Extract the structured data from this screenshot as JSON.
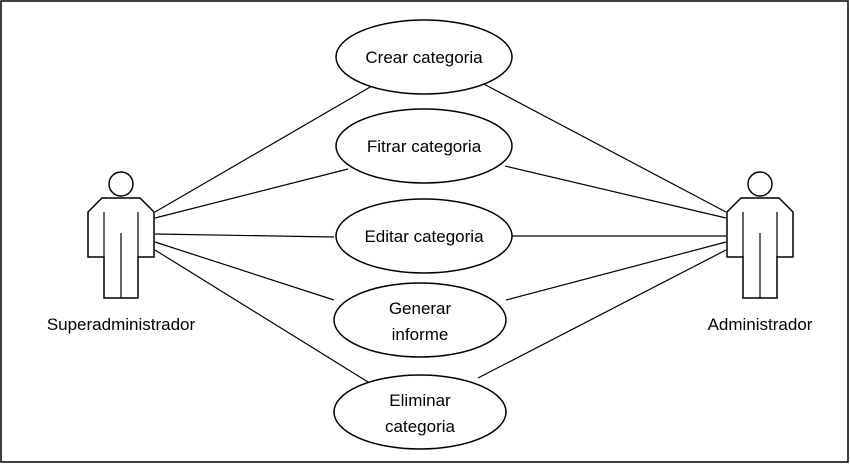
{
  "actors": {
    "left": {
      "label": "Superadministrador"
    },
    "right": {
      "label": "Administrador"
    }
  },
  "use_cases": [
    {
      "lines": [
        "Crear categoria"
      ]
    },
    {
      "lines": [
        "Fitrar categoria"
      ]
    },
    {
      "lines": [
        "Editar categoria"
      ]
    },
    {
      "lines": [
        "Generar",
        "informe"
      ]
    },
    {
      "lines": [
        "Eliminar",
        "categoria"
      ]
    }
  ]
}
